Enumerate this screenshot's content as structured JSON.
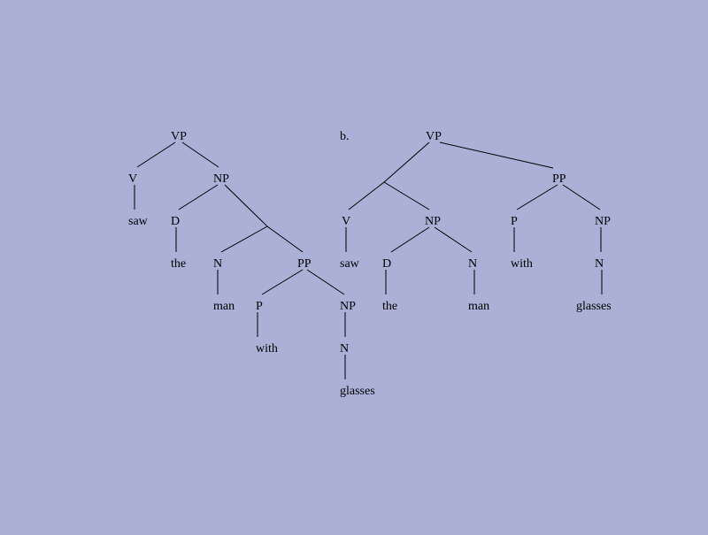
{
  "colors": {
    "background": "#aab0d6",
    "ink": "#000000"
  },
  "tree_a": {
    "nodes": {
      "vp": "VP",
      "v": "V",
      "saw": "saw",
      "np": "NP",
      "d": "D",
      "the": "the",
      "n": "N",
      "man": "man",
      "pp": "PP",
      "p": "P",
      "with": "with",
      "np2": "NP",
      "n2": "N",
      "glasses": "glasses"
    }
  },
  "tree_b": {
    "marker": "b.",
    "nodes": {
      "vp": "VP",
      "v": "V",
      "saw": "saw",
      "np": "NP",
      "d": "D",
      "the": "the",
      "n": "N",
      "man": "man",
      "pp": "PP",
      "p": "P",
      "with": "with",
      "np2": "NP",
      "n2": "N",
      "glasses": "glasses"
    }
  }
}
